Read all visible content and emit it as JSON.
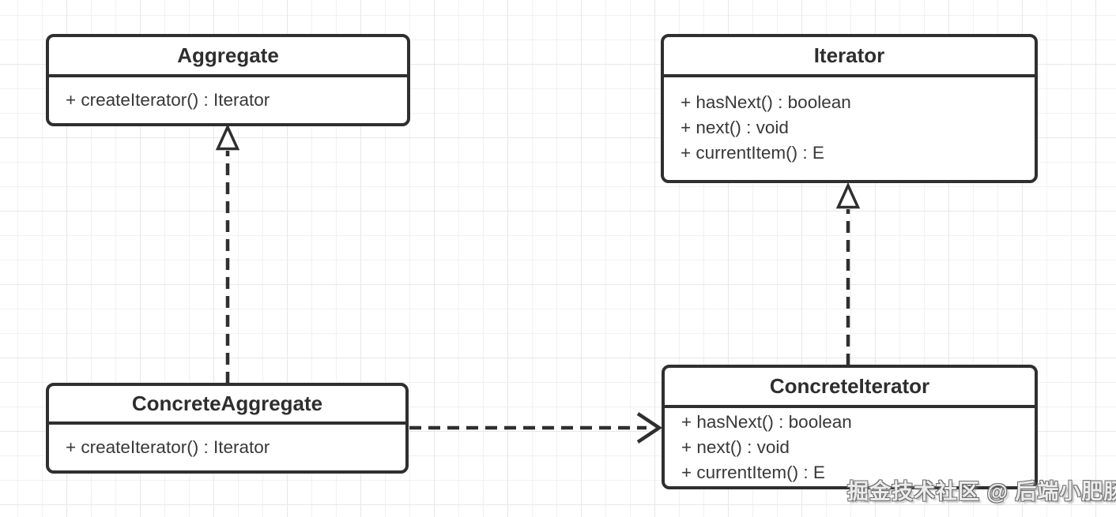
{
  "colors": {
    "stroke": "#2f2f2f",
    "text": "#333333",
    "background": "#ffffff",
    "grid_line_minor": "#f1f1f5",
    "grid_line_major": "#e7e7ed",
    "watermark_fill": "#ececec"
  },
  "classes": [
    {
      "name": "Aggregate",
      "members": [
        "+ createIterator() : Iterator"
      ]
    },
    {
      "name": "Iterator",
      "members": [
        "+ hasNext() : boolean",
        "+ next() : void",
        "+ currentItem() : E"
      ]
    },
    {
      "name": "ConcreteAggregate",
      "members": [
        "+ createIterator() : Iterator"
      ]
    },
    {
      "name": "ConcreteIterator",
      "members": [
        "+ hasNext() : boolean",
        "+ next() : void",
        "+ currentItem() : E"
      ]
    }
  ],
  "relations": [
    {
      "type": "realization",
      "from": "ConcreteAggregate",
      "to": "Aggregate",
      "line": "dashed",
      "arrowhead": "hollow-triangle"
    },
    {
      "type": "realization",
      "from": "ConcreteIterator",
      "to": "Iterator",
      "line": "dashed",
      "arrowhead": "hollow-triangle"
    },
    {
      "type": "dependency",
      "from": "ConcreteAggregate",
      "to": "ConcreteIterator",
      "line": "dashed",
      "arrowhead": "open"
    }
  ],
  "watermark": {
    "text": "掘金技术社区 @ 后端小肥肠"
  }
}
